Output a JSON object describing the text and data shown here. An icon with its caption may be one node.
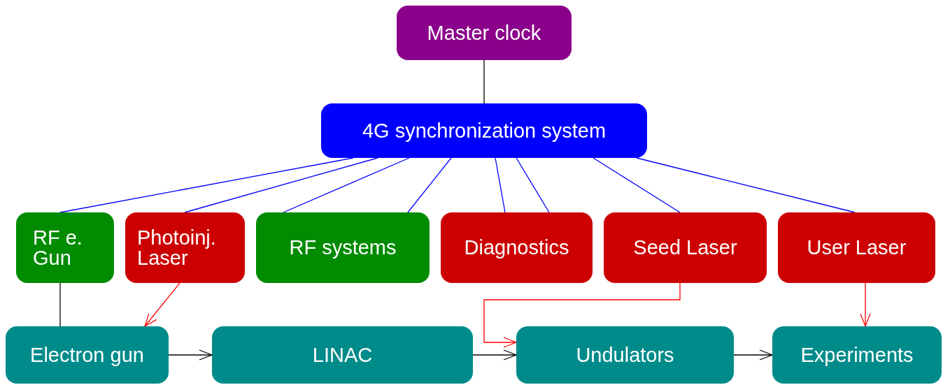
{
  "diagram": {
    "nodes": [
      {
        "text": [
          "Master clock"
        ]
      },
      {
        "text": [
          "4G synchronization system"
        ]
      },
      {
        "text": [
          "RF e. Gun"
        ]
      },
      {
        "text": [
          "Photoinj. Laser"
        ]
      },
      {
        "text": [
          "RF systems"
        ]
      },
      {
        "text": [
          "Diagnostics"
        ]
      },
      {
        "text": [
          "Seed Laser"
        ]
      },
      {
        "text": [
          "User Laser"
        ]
      },
      {
        "text": [
          "Electron gun"
        ]
      },
      {
        "text": [
          "LINAC"
        ]
      },
      {
        "text": [
          "Undulators"
        ]
      },
      {
        "text": [
          "Experiments"
        ]
      }
    ],
    "edges": [
      {
        "from": 0,
        "to": 1,
        "arrow": "none",
        "color": "#000000"
      },
      {
        "from": 1,
        "to": 2,
        "arrow": "none",
        "color": "#0000ff"
      },
      {
        "from": 1,
        "to": 3,
        "arrow": "none",
        "color": "#0000ff"
      },
      {
        "from": 1,
        "to": 4,
        "arrow": "none",
        "color": "#0000ff"
      },
      {
        "from": 1,
        "to": 4,
        "arrow": "none",
        "color": "#0000ff"
      },
      {
        "from": 1,
        "to": 5,
        "arrow": "none",
        "color": "#0000ff"
      },
      {
        "from": 1,
        "to": 5,
        "arrow": "none",
        "color": "#0000ff"
      },
      {
        "from": 1,
        "to": 6,
        "arrow": "none",
        "color": "#0000ff"
      },
      {
        "from": 1,
        "to": 7,
        "arrow": "none",
        "color": "#0000ff"
      },
      {
        "from": 2,
        "to": 8,
        "arrow": "none",
        "color": "#000000"
      },
      {
        "from": 3,
        "to": 8,
        "arrow": "to",
        "color": "#ff0000"
      },
      {
        "from": 6,
        "to": 10,
        "arrow": "to",
        "color": "#ff0000"
      },
      {
        "from": 7,
        "to": 11,
        "arrow": "to",
        "color": "#ff0000"
      },
      {
        "from": 8,
        "to": 9,
        "arrow": "to",
        "color": "#000000"
      },
      {
        "from": 9,
        "to": 10,
        "arrow": "to",
        "color": "#000000"
      },
      {
        "from": 10,
        "to": 11,
        "arrow": "to",
        "color": "#000000"
      }
    ]
  }
}
